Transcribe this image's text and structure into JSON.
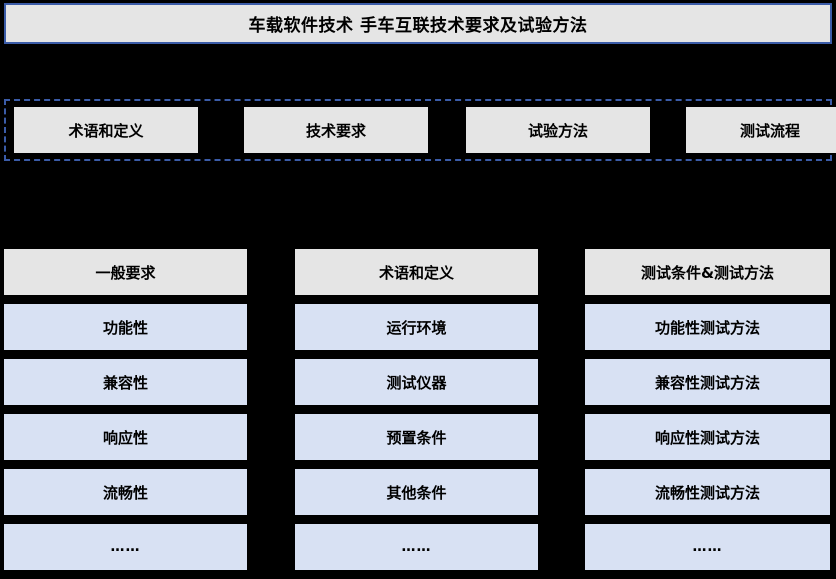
{
  "title": {
    "text": "车载软件技术 手车互联技术要求及试验方法"
  },
  "sections": [
    {
      "label": "术语和定义"
    },
    {
      "label": "技术要求"
    },
    {
      "label": "试验方法"
    },
    {
      "label": "测试流程"
    }
  ],
  "columns": [
    {
      "header": "一般要求",
      "items": [
        "功能性",
        "兼容性",
        "响应性",
        "流畅性",
        "……"
      ]
    },
    {
      "header": "术语和定义",
      "items": [
        "运行环境",
        "测试仪器",
        "预置条件",
        "其他条件",
        "……"
      ]
    },
    {
      "header": "测试条件&测试方法",
      "items": [
        "功能性测试方法",
        "兼容性测试方法",
        "响应性测试方法",
        "流畅性测试方法",
        "……"
      ]
    }
  ],
  "colors": {
    "background": "#000000",
    "accent_border": "#3b5ca8",
    "header_fill": "#e5e5e5",
    "item_fill": "#d8e1f3",
    "text": "#000000"
  }
}
